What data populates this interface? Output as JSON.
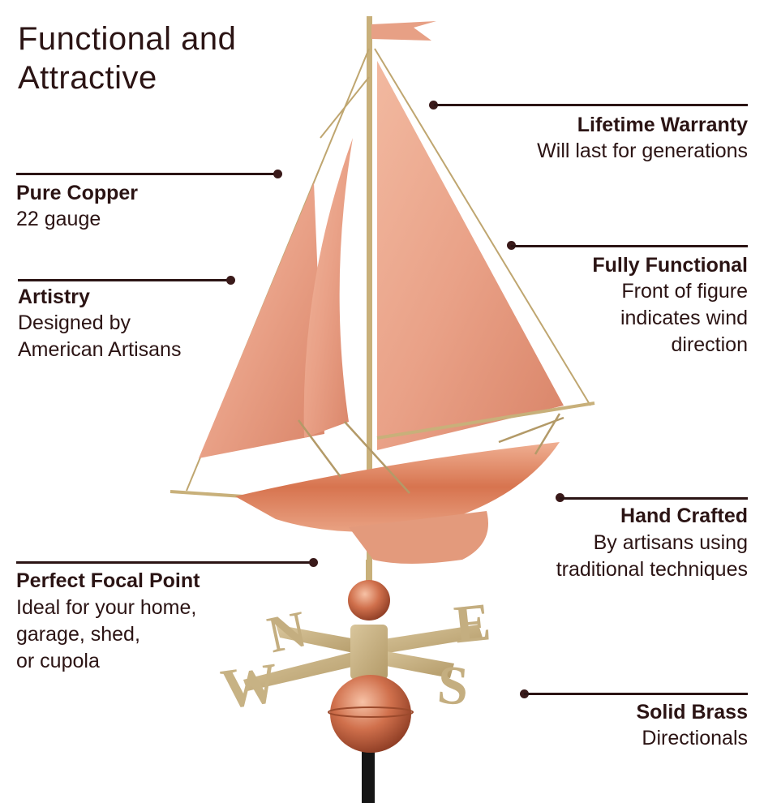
{
  "title": {
    "line1": "Functional and",
    "line2": "Attractive"
  },
  "callouts_left": [
    {
      "heading": "Pure Copper",
      "lines": [
        "22 gauge"
      ]
    },
    {
      "heading": "Artistry",
      "lines": [
        "Designed by",
        "American Artisans"
      ]
    },
    {
      "heading": "Perfect Focal Point",
      "lines": [
        "Ideal for your home,",
        "garage, shed,",
        "or cupola"
      ]
    }
  ],
  "callouts_right": [
    {
      "heading": "Lifetime Warranty",
      "lines": [
        "Will last for generations"
      ]
    },
    {
      "heading": "Fully Functional",
      "lines": [
        "Front of figure",
        "indicates wind",
        "direction"
      ]
    },
    {
      "heading": "Hand Crafted",
      "lines": [
        "By artisans using",
        "traditional techniques"
      ]
    },
    {
      "heading": "Solid Brass",
      "lines": [
        "Directionals"
      ]
    }
  ],
  "directionals": {
    "north": "N",
    "south": "S",
    "east": "E",
    "west": "W"
  },
  "colors": {
    "text": "#2b1414",
    "copper": "#e8a48a",
    "copper_dark": "#c8745a",
    "brass": "#c9b48a"
  }
}
